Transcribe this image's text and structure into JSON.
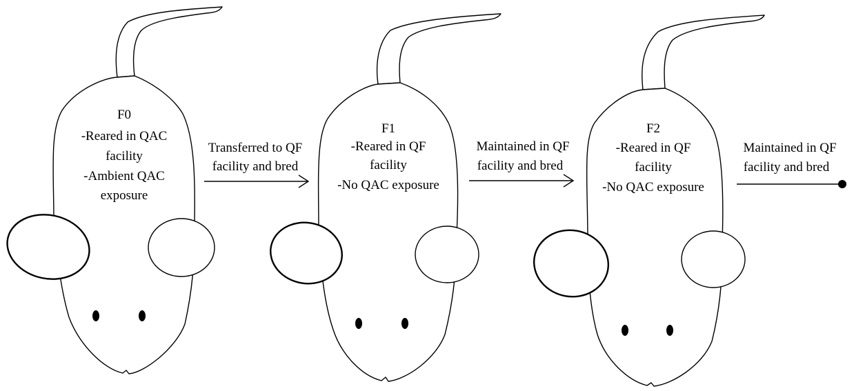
{
  "stages": [
    {
      "generation": "F0",
      "lines": [
        "-Reared in QAC",
        "facility",
        "-Ambient QAC",
        "exposure"
      ]
    },
    {
      "generation": "F1",
      "lines": [
        "-Reared in QF",
        "facility",
        "-No QAC exposure"
      ]
    },
    {
      "generation": "F2",
      "lines": [
        "-Reared in QF",
        "facility",
        "-No QAC exposure"
      ]
    }
  ],
  "transitions": [
    {
      "lines": [
        "Transferred to QF",
        "facility and bred"
      ],
      "end": "arrow"
    },
    {
      "lines": [
        "Maintained in QF",
        "facility and bred"
      ],
      "end": "arrow"
    },
    {
      "lines": [
        "Maintained in QF",
        "facility and bred"
      ],
      "end": "dot"
    }
  ]
}
